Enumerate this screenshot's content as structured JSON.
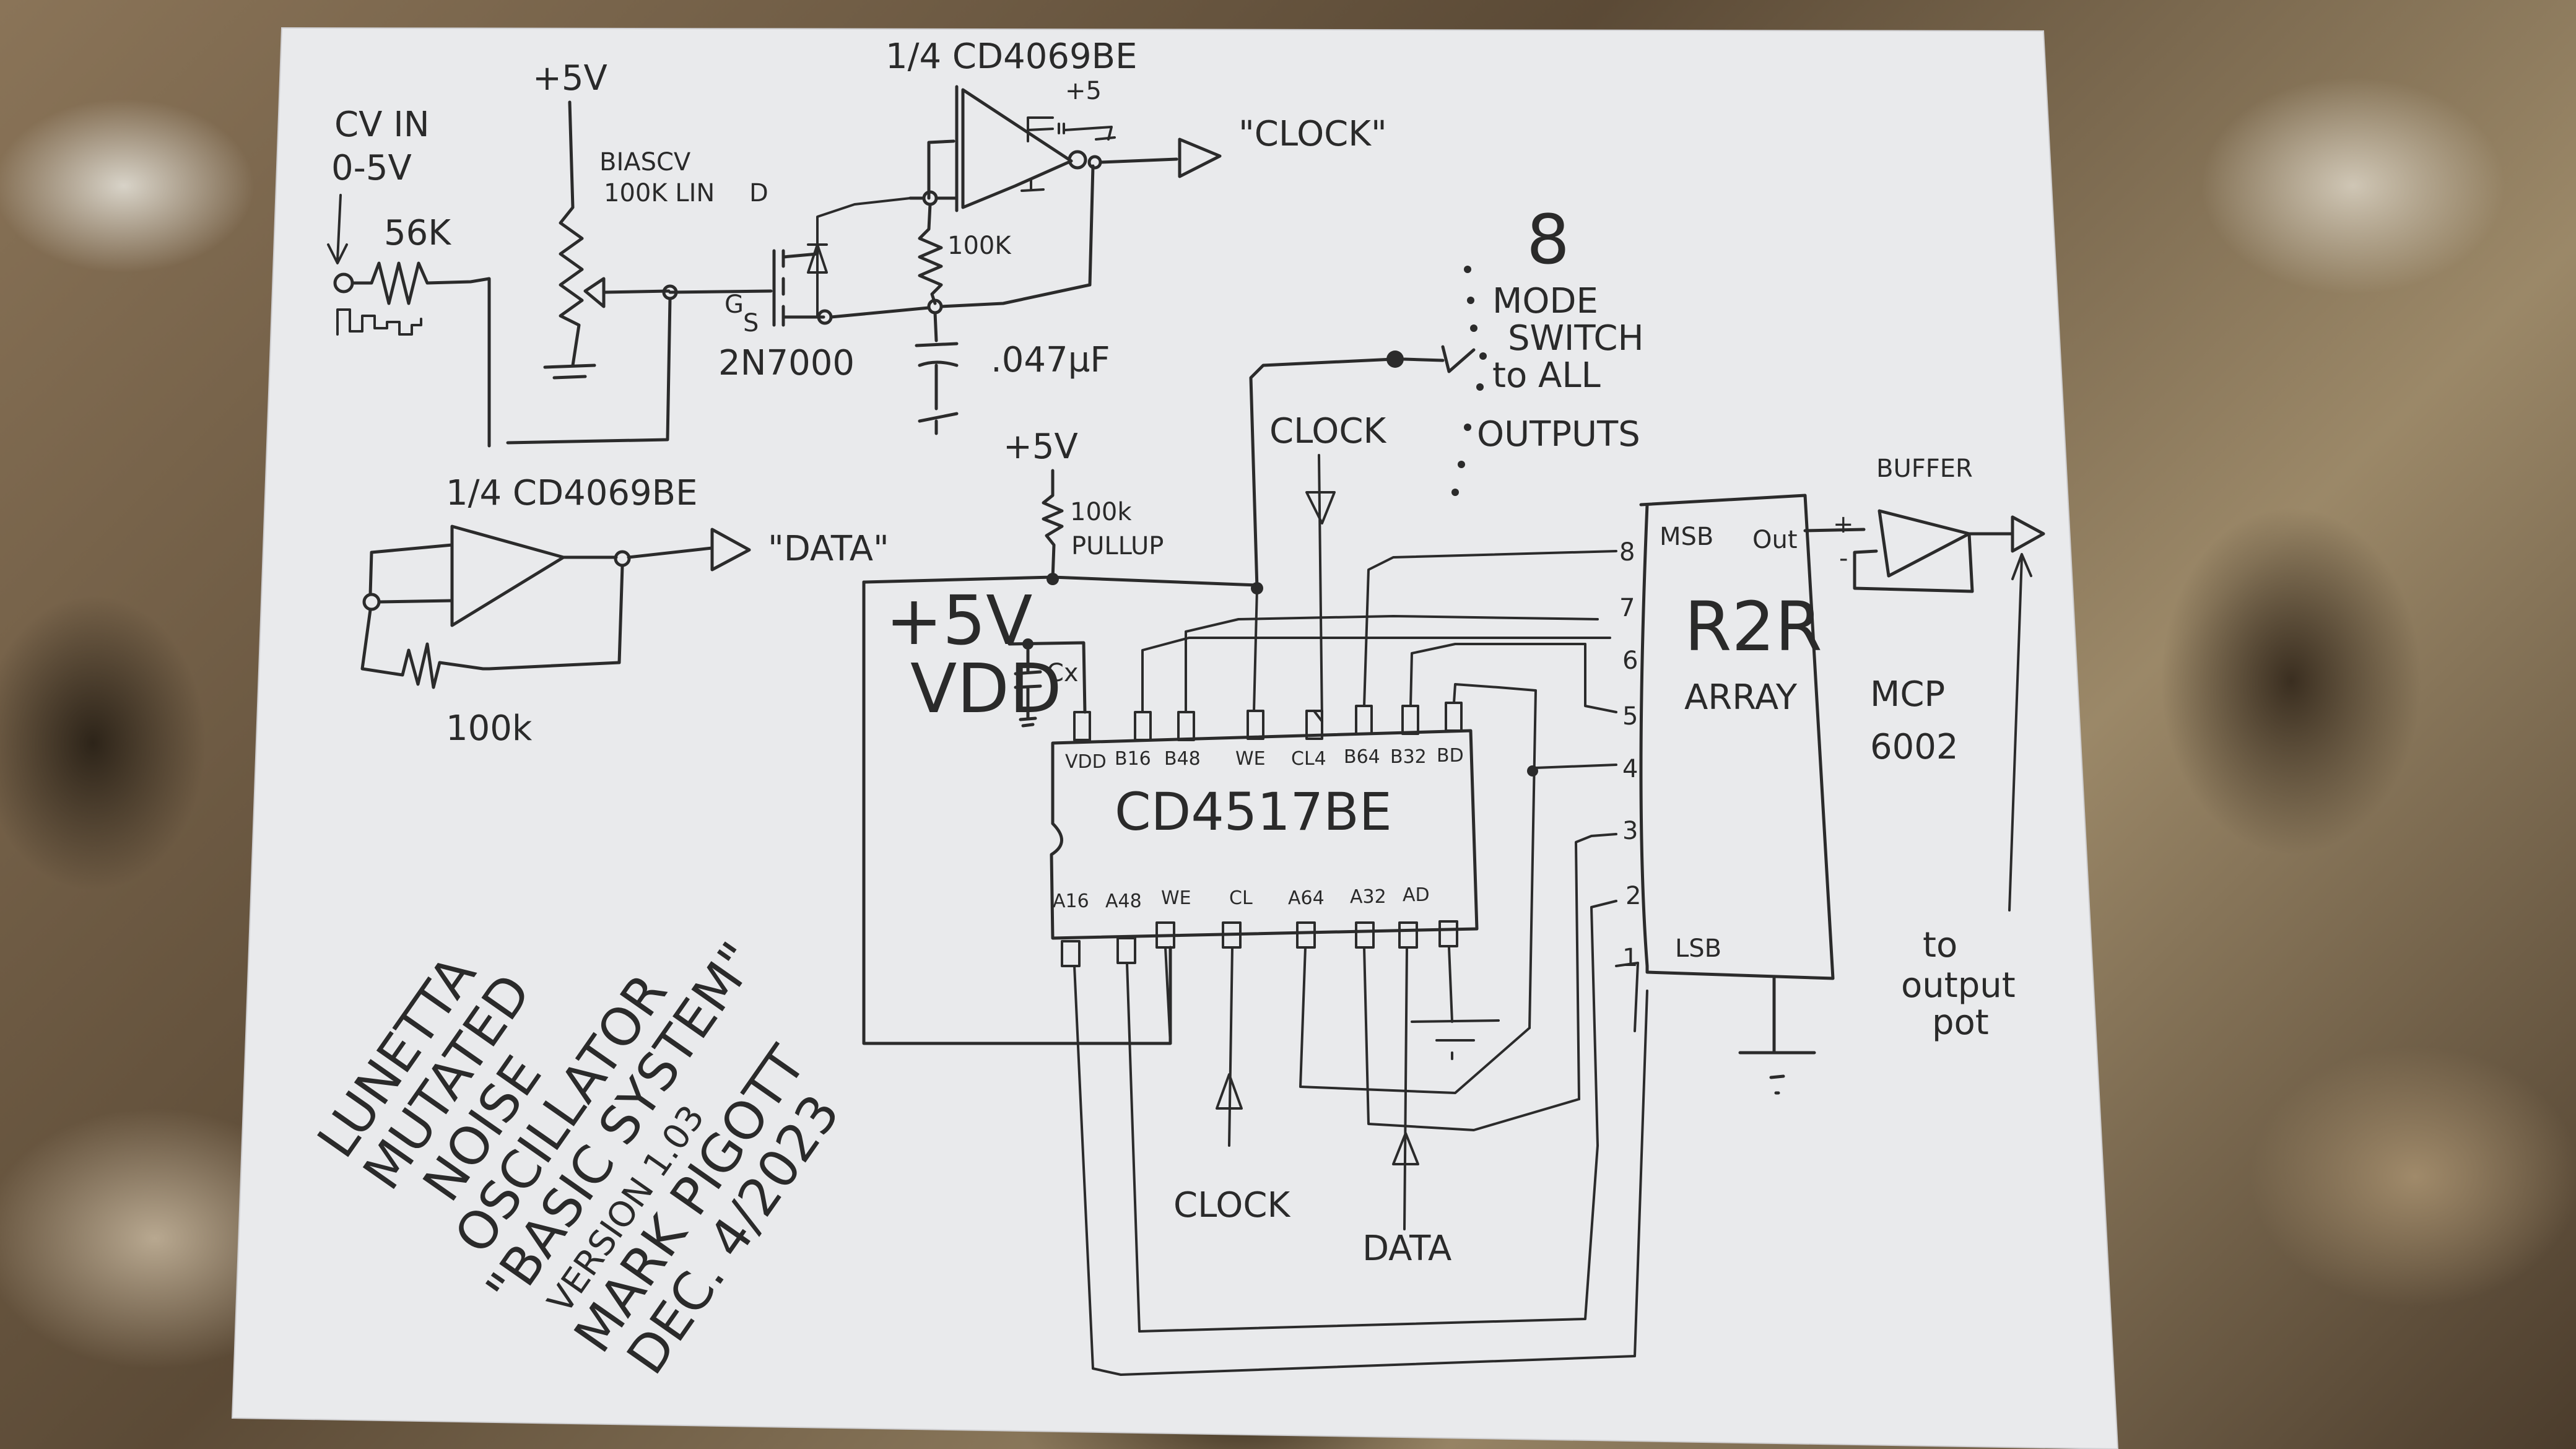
{
  "document": {
    "type": "hand-drawn schematic",
    "title_lines": [
      "LUNETTA",
      "MUTATED",
      "NOISE",
      "OSCILLATOR",
      "\"BASIC SYSTEM\"",
      "VERSION 1.03",
      "MARK PIGOTT",
      "DEC. 4/2023"
    ]
  },
  "cv_section": {
    "input_label_1": "CV IN",
    "input_label_2": "0-5V",
    "input_resistor": "56K",
    "supply": "+5V",
    "pot_label_1": "BIASCV",
    "pot_label_2": "100K LIN",
    "mosfet": "2N7000",
    "pin_d": "D",
    "pin_g": "G",
    "pin_s": "S"
  },
  "clock_oscillator": {
    "chip": "1/4 CD4069BE",
    "supply": "+5",
    "resistor": "100K",
    "capacitor": ".047µF",
    "output_label": "\"CLOCK\""
  },
  "data_oscillator": {
    "chip": "1/4 CD4069BE",
    "feedback_resistor": "100k",
    "output_label": "\"DATA\""
  },
  "pullup": {
    "supply": "+5V",
    "resistor_1": "100k",
    "resistor_2": "PULLUP"
  },
  "mode_switch": {
    "count": "8",
    "label_lines": [
      "MODE",
      "SWITCH",
      "to ALL",
      "OUTPUTS"
    ]
  },
  "clock_in_label": "CLOCK",
  "shift_register": {
    "part": "CD4517BE",
    "supply_1": "+5V",
    "supply_2": "VDD",
    "decoupling_cap": "Cx",
    "top_pins": [
      "VDD",
      "B16",
      "B48",
      "WE",
      "CL4",
      "B64",
      "B32",
      "BD"
    ],
    "bottom_pins": [
      "A16",
      "A48",
      "WE",
      "CL",
      "A64",
      "A32",
      "AD"
    ],
    "clock_input_label": "CLOCK",
    "data_input_label": "DATA"
  },
  "r2r": {
    "title_1": "R2R",
    "title_2": "ARRAY",
    "msb_label": "MSB",
    "lsb_label": "LSB",
    "out_label": "Out",
    "inputs": [
      "8",
      "7",
      "6",
      "5",
      "4",
      "3",
      "2",
      "1"
    ]
  },
  "buffer": {
    "label": "BUFFER",
    "plus": "+",
    "minus": "-",
    "part_1": "MCP",
    "part_2": "6002",
    "note_1": "to",
    "note_2": "output",
    "note_3": "pot"
  }
}
